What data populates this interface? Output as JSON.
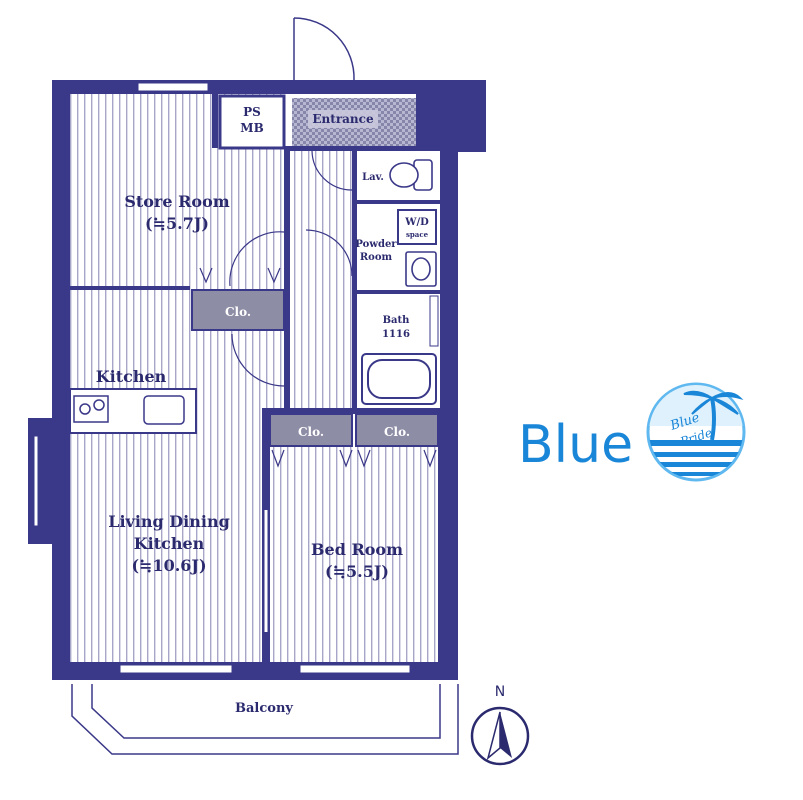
{
  "colors": {
    "wall": "#3a3888",
    "stripe": "#a7a6c9",
    "closet": "#8e8da6",
    "brand": "#1a86d8",
    "brand_light": "#5fb8ef",
    "ink": "#2b2a6e"
  },
  "rooms": {
    "store_room": {
      "name": "Store Room",
      "size": "(≒5.7J)"
    },
    "ps_mb": {
      "line1": "PS",
      "line2": "MB"
    },
    "entrance": "Entrance",
    "lav": "Lav.",
    "wd_space": {
      "line1": "W/D",
      "line2": "space"
    },
    "powder_room": {
      "line1": "Powder",
      "line2": "Room"
    },
    "bath": {
      "line1": "Bath",
      "line2": "1116"
    },
    "closet_main": "Clo.",
    "closet_left": "Clo.",
    "closet_right": "Clo.",
    "kitchen": "Kitchen",
    "ldk": {
      "line1": "Living Dining",
      "line2": "Kitchen",
      "size": "(≒10.6J)"
    },
    "bed_room": {
      "name": "Bed Room",
      "size": "(≒5.5J)"
    },
    "balcony": "Balcony"
  },
  "compass": {
    "label": "N",
    "icon": "compass-north-arrow-icon"
  },
  "brand": {
    "wordmark": "Blue",
    "badge_line1": "Blue",
    "badge_line2": "Pride",
    "icon": "palm-tree-sunset-icon"
  }
}
